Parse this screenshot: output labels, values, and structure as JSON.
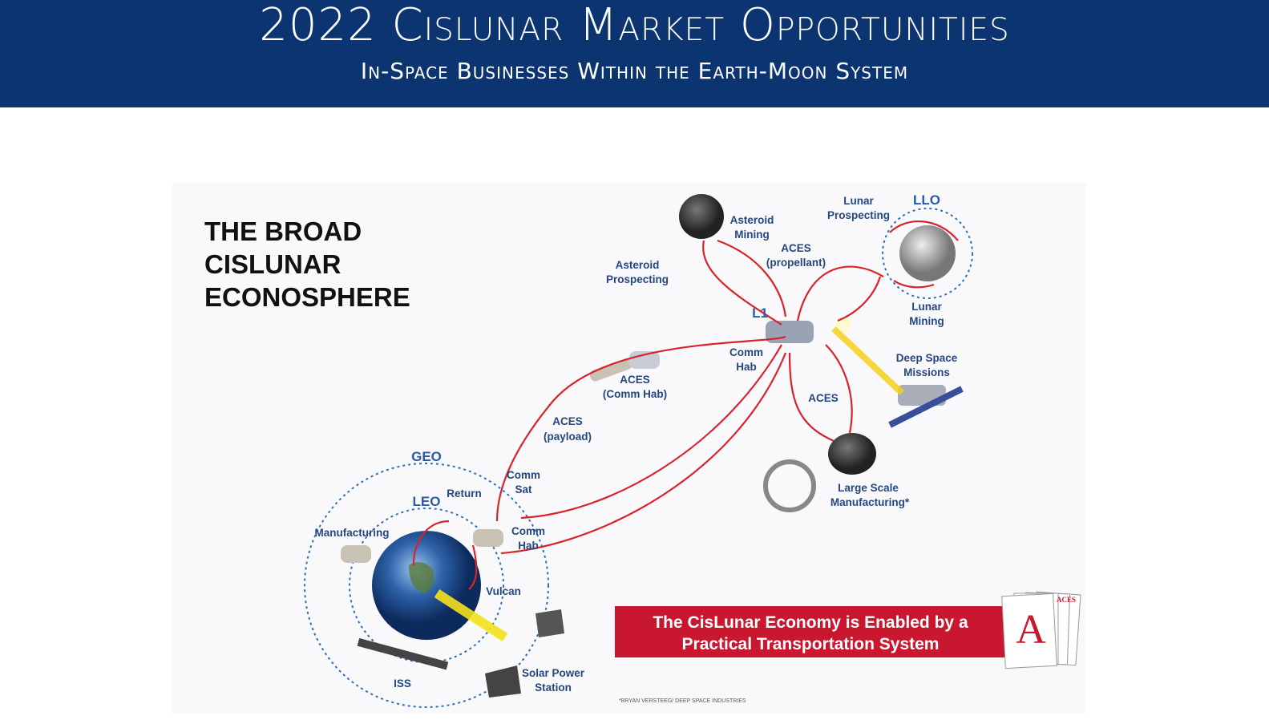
{
  "header": {
    "title": "2022 Cislunar Market Opportunities",
    "subtitle": "In-Space Businesses Within the Earth-Moon System"
  },
  "diagram": {
    "heading": [
      "THE BROAD",
      "CISLUNAR",
      "ECONOSPHERE"
    ],
    "labels": {
      "asteroid_mining": [
        "Asteroid",
        "Mining"
      ],
      "asteroid_prospecting": [
        "Asteroid",
        "Prospecting"
      ],
      "aces_propellant": [
        "ACES",
        "(propellant)"
      ],
      "lunar_prospecting": [
        "Lunar",
        "Prospecting"
      ],
      "llo": "LLO",
      "lunar_mining": [
        "Lunar",
        "Mining"
      ],
      "l1": "L1",
      "comm_hab_l1": [
        "Comm",
        "Hab"
      ],
      "deep_space": [
        "Deep Space",
        "Missions"
      ],
      "aces_comm_hab": [
        "ACES",
        "(Comm Hab)"
      ],
      "aces": "ACES",
      "aces_payload": [
        "ACES",
        "(payload)"
      ],
      "geo": "GEO",
      "comm_sat": [
        "Comm",
        "Sat"
      ],
      "return": "Return",
      "leo": "LEO",
      "manufacturing": "Manufacturing",
      "comm_hab_geo": [
        "Comm",
        "Hab"
      ],
      "large_scale": [
        "Large Scale",
        "Manufacturing*"
      ],
      "vulcan": "Vulcan",
      "solar_power": [
        "Solar Power",
        "Station"
      ],
      "iss": "ISS"
    },
    "banner": [
      "The CisLunar Economy is Enabled by a",
      "Practical Transportation System"
    ],
    "cards_logo": "ACES",
    "card_letter": "A",
    "credit": "*BRYAN VERSTEEG/ DEEP SPACE INDUSTRIES",
    "colors": {
      "header": "#0b3470",
      "arrow": "#d8232a",
      "banner": "#c8172e",
      "label": "#25467f"
    }
  }
}
